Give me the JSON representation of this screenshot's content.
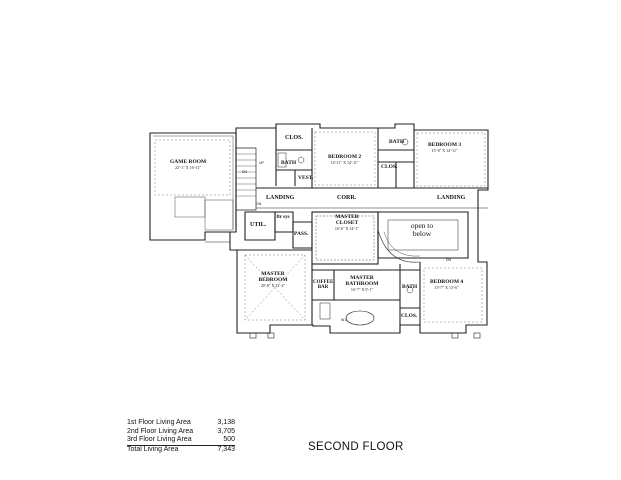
{
  "plan": {
    "title": "SECOND FLOOR",
    "rooms": [
      {
        "id": "game-room",
        "name": "GAME ROOM",
        "dims": "22'-1\" X 16'-11\""
      },
      {
        "id": "bedroom-2",
        "name": "BEDROOM 2",
        "dims": "14'-11\" X 14'-11\""
      },
      {
        "id": "bedroom-3",
        "name": "BEDROOM 3",
        "dims": "15'-8\" X 14'-11\""
      },
      {
        "id": "bedroom-4",
        "name": "BEDROOM 4",
        "dims": "15'-7\" X 13'-6\""
      },
      {
        "id": "master-bedroom",
        "name": "MASTER BEDROOM",
        "dims": "20'-8\" X 21'-4\""
      },
      {
        "id": "master-closet",
        "name": "MASTER CLOSET",
        "dims": "16'-6\" X 14'-1\""
      },
      {
        "id": "master-bathroom",
        "name": "MASTER BATHROOM",
        "dims": "16'-7\" X 9'-1\""
      }
    ],
    "labels": {
      "clos_top": "CLOS.",
      "bath_b2": "BATH",
      "vest": "VEST.",
      "bath_b3": "BATH",
      "clos_b3": "CLOS.",
      "landing_left": "LANDING",
      "corr": "CORR.",
      "landing_right": "LANDING",
      "util": "UTIL.",
      "ftr_sys": "ftr sys",
      "pass": "PASS.",
      "open_to_below": "open to below",
      "coffee_bar": "COFFEE BAR",
      "bath_b4": "BATH",
      "clos_b4": "CLOS.",
      "wc": "W.C.",
      "up": "UP",
      "dn_left": "DN",
      "on_left": "ON",
      "dn_right": "DN"
    }
  },
  "area_table": {
    "rows": [
      {
        "label": "1st Floor Living Area",
        "value": "3,138"
      },
      {
        "label": "2nd Floor Living Area",
        "value": "3,705"
      },
      {
        "label": "3rd Floor Living Area",
        "value": "500"
      }
    ],
    "total": {
      "label": "Total Living Area",
      "value": "7,343"
    }
  }
}
